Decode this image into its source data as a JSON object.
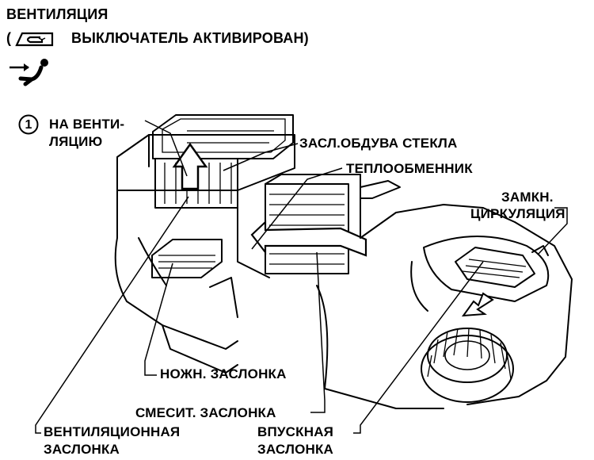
{
  "header": {
    "title": "ВЕНТИЛЯЦИЯ",
    "subtitle_open": "(",
    "subtitle_text": "ВЫКЛЮЧАТЕЛЬ АКТИВИРОВАН)",
    "switch_icon": "recirculation-switch-icon",
    "mode_icon": "vent-airflow-icon"
  },
  "callout": {
    "number": "1",
    "line1": "НА ВЕНТИ-",
    "line2": "ЛЯЦИЮ"
  },
  "labels": {
    "defrost_door": "ЗАСЛ.ОБДУВА СТЕКЛА",
    "heater_core": "ТЕПЛООБМЕННИК",
    "recirc_line1": "ЗАМКН.",
    "recirc_line2": "ЦИРКУЛЯЦИЯ",
    "foot_door": "НОЖН. ЗАСЛОНКА",
    "mix_door": "СМЕСИТ. ЗАСЛОНКА",
    "vent_door_line1": "ВЕНТИЛЯЦИОННАЯ",
    "vent_door_line2": "ЗАСЛОНКА",
    "intake_door_line1": "ВПУСКНАЯ",
    "intake_door_line2": "ЗАСЛОНКА"
  }
}
